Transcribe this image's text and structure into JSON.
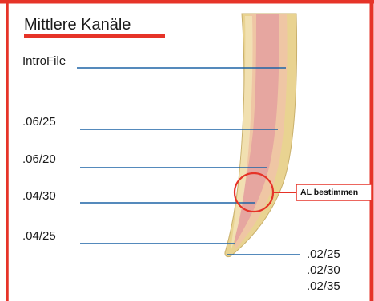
{
  "title": "Mittlere Kanäle",
  "files": [
    {
      "label": ".06/25"
    },
    {
      "label": ".06/20"
    },
    {
      "label": ".04/30"
    },
    {
      "label": ".04/25"
    }
  ],
  "intro_label": "IntroFile",
  "apical_files": [
    ".02/25",
    ".02/30",
    ".02/35"
  ],
  "callout": "AL bestimmen",
  "colors": {
    "frame": "#e63328",
    "title_underline": "#e63328",
    "leader_line": "#1d63a6",
    "root_outer": "#e9d391",
    "root_inner": "#e6a6a0",
    "callout_border": "#e63328"
  },
  "icons": [
    "tooth-root-illustration"
  ]
}
